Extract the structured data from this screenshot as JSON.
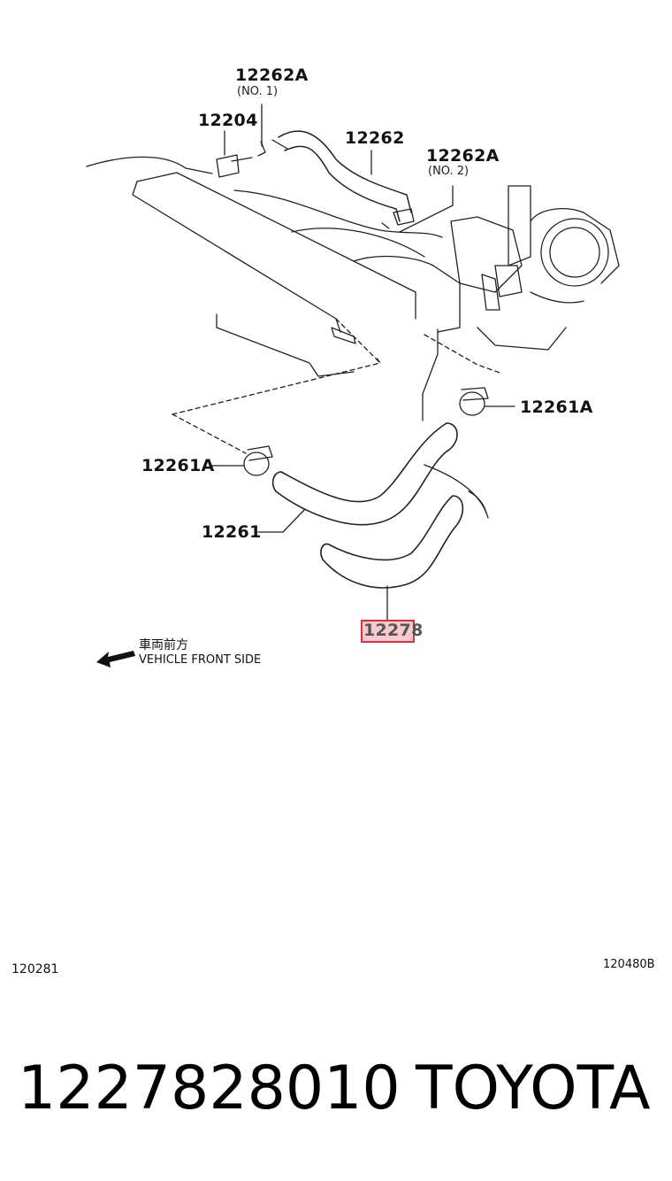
{
  "diagram": {
    "callouts": {
      "c_12262A_1": "12262A",
      "c_no1": "(NO. 1)",
      "c_12204": "12204",
      "c_12262": "12262",
      "c_12262A_2": "12262A",
      "c_no2": "(NO. 2)",
      "c_12261A_right": "12261A",
      "c_12261A_left": "12261A",
      "c_12261": "12261",
      "c_12278": "12278"
    },
    "direction": {
      "japanese": "車両前方",
      "english": "VEHICLE FRONT SIDE"
    },
    "ref_left": "120281",
    "ref_right": "120480B"
  },
  "product": {
    "part_number": "1227828010",
    "brand": "TOYOTA"
  }
}
